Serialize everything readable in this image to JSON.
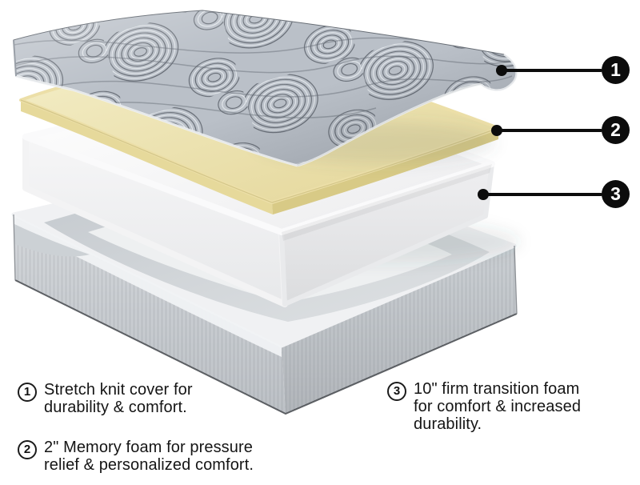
{
  "diagram": {
    "callouts": [
      {
        "number": "1"
      },
      {
        "number": "2"
      },
      {
        "number": "3"
      }
    ],
    "layer_colors": {
      "cover_gray": "#b9bfc7",
      "cover_line_dark": "#60666f",
      "cover_line_light": "#e9edf1",
      "memory_foam_yellow": "#ecdfa8",
      "transition_foam_white": "#f4f4f6",
      "base_gray": "#c6cacf",
      "callout_black": "#0c0c0c"
    }
  },
  "legend": {
    "items": [
      {
        "number": "1",
        "lines": [
          "Stretch knit cover for",
          "durability & comfort."
        ]
      },
      {
        "number": "2",
        "lines": [
          "2\" Memory foam for pressure",
          "relief & personalized comfort."
        ]
      },
      {
        "number": "3",
        "lines": [
          "10\" firm transition foam",
          "for comfort & increased",
          "durability."
        ]
      }
    ]
  }
}
